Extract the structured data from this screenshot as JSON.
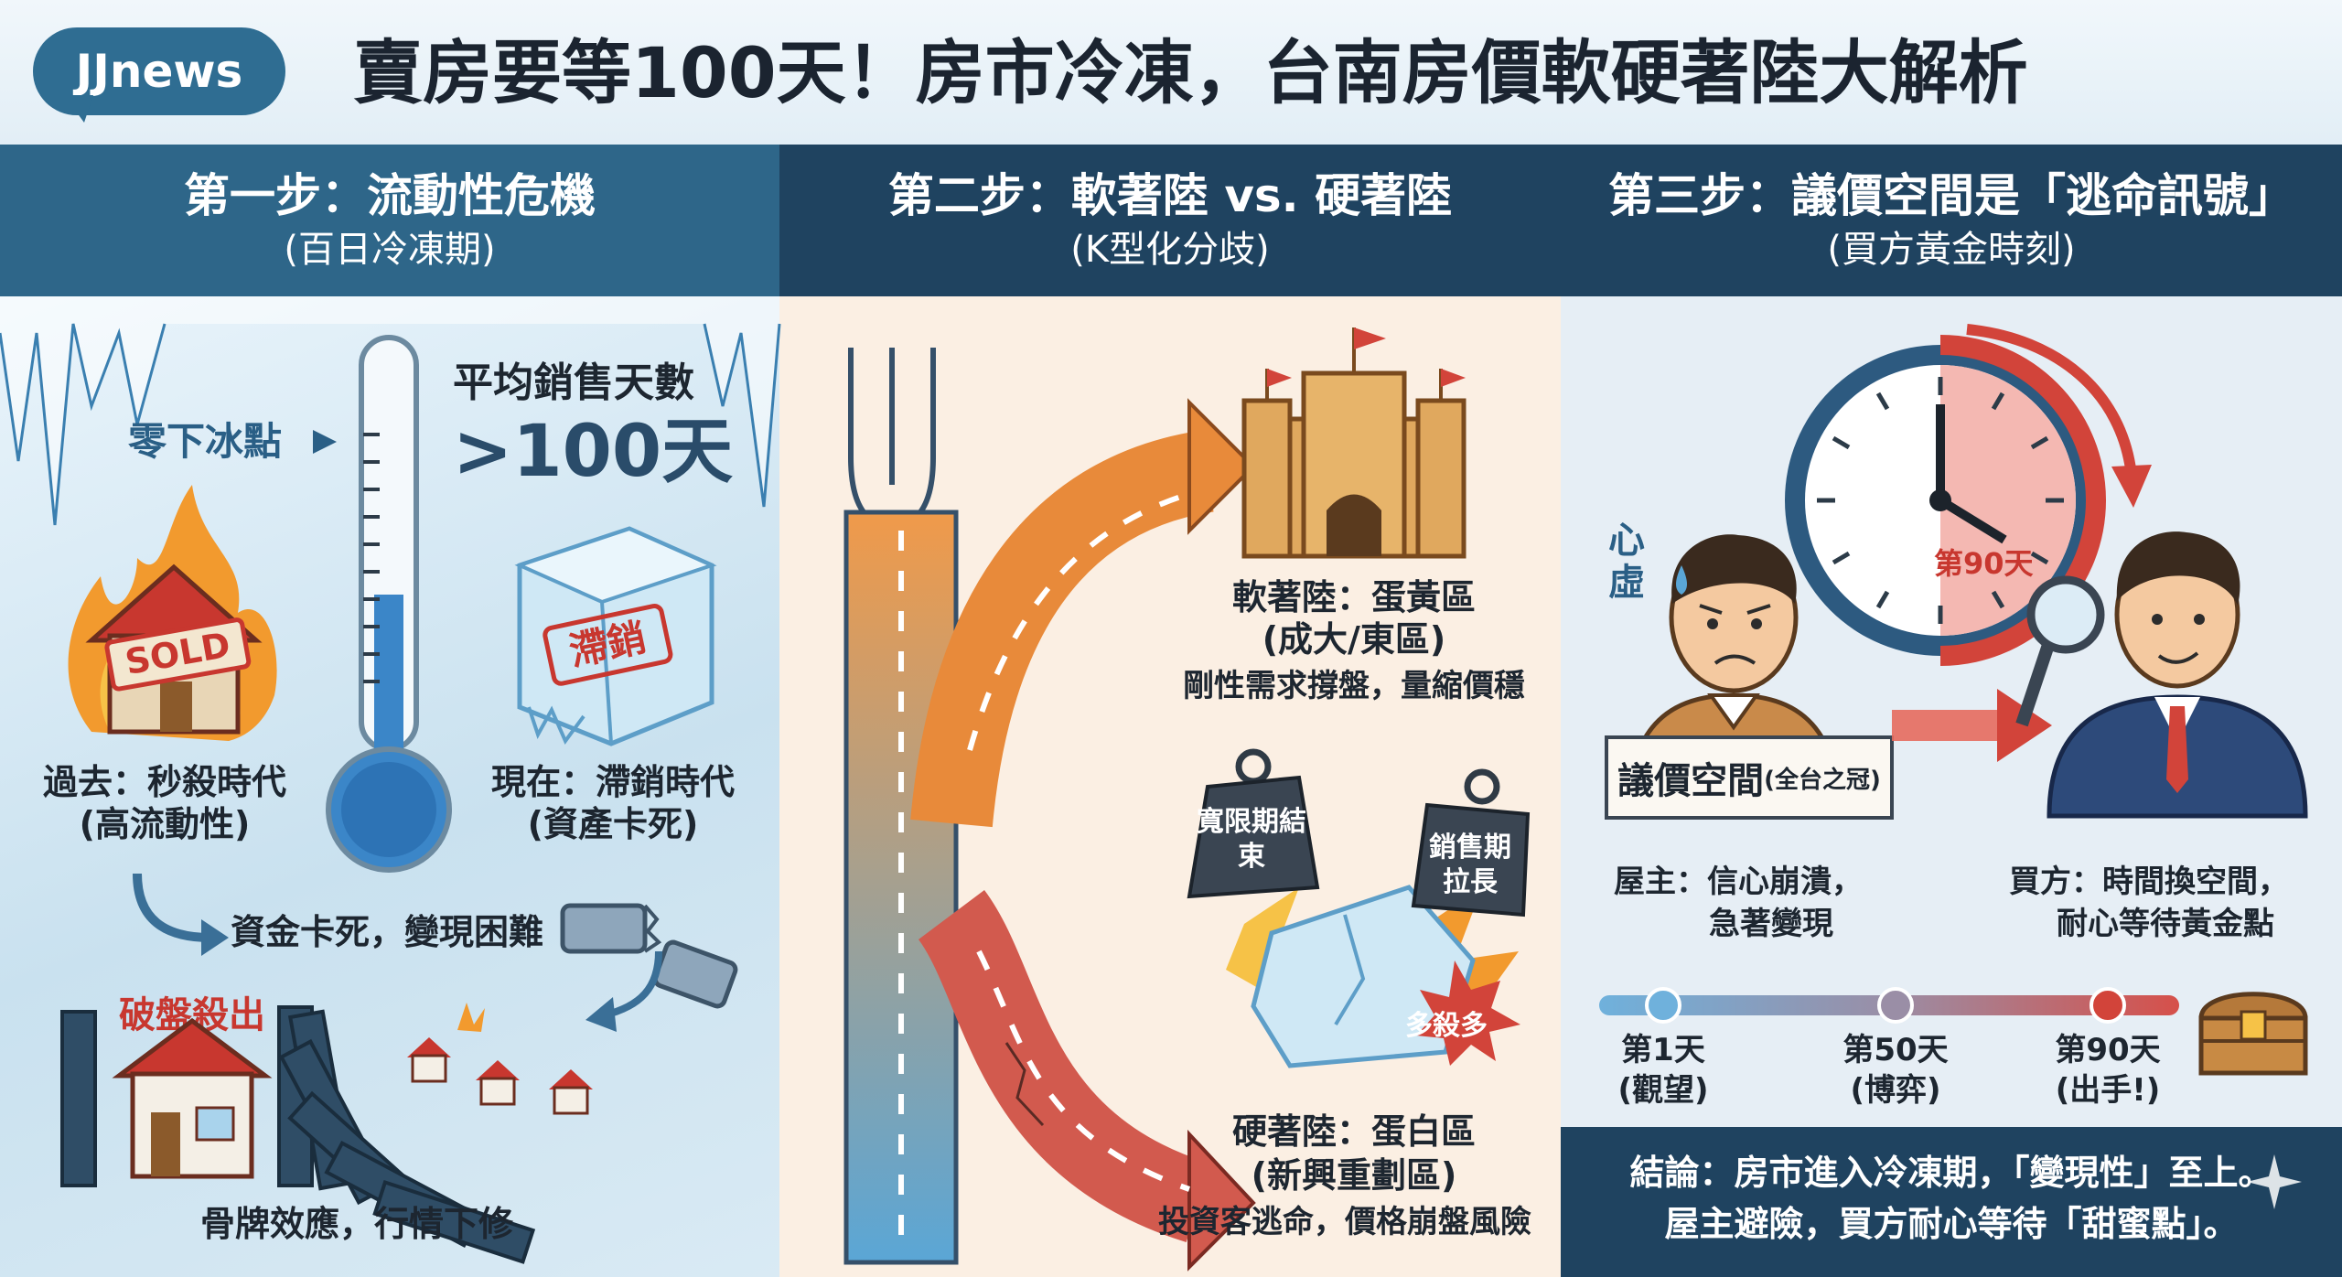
{
  "header": {
    "logo": "JJnews",
    "title": "賣房要等100天！房市冷凍，台南房價軟硬著陸大解析"
  },
  "columns": [
    {
      "title": "第一步：流動性危機",
      "subtitle": "(百日冷凍期)"
    },
    {
      "title": "第二步：軟著陸 vs. 硬著陸",
      "subtitle": "(K型化分歧)"
    },
    {
      "title": "第三步：議價空間是「逃命訊號」",
      "subtitle": "(買方黃金時刻)"
    }
  ],
  "step1": {
    "freeze_label": "零下冰點",
    "avg_days_label": "平均銷售天數",
    "avg_days_value": ">100天",
    "sold_sign": "SOLD",
    "stagnant_stamp": "滯銷",
    "past_line1": "過去：秒殺時代",
    "past_line2": "(高流動性)",
    "now_line1": "現在：滯銷時代",
    "now_line2": "(資產卡死)",
    "stuck_label": "資金卡死，變現困難",
    "crash_label": "破盤殺出",
    "domino_label": "骨牌效應，行情下修"
  },
  "step2": {
    "soft_line1": "軟著陸：蛋黃區",
    "soft_line2": "(成大/東區)",
    "soft_line3": "剛性需求撐盤，量縮價穩",
    "weight1": "寬限期結束",
    "weight2": "銷售期拉長",
    "burst": "多殺多",
    "hard_line1": "硬著陸：蛋白區",
    "hard_line2": "(新興重劃區)",
    "hard_line3": "投資客逃命，價格崩盤風險"
  },
  "step3": {
    "guilty_label": "心虛",
    "clock_label": "第90天",
    "sign_main": "議價空間",
    "sign_sub": "(全台之冠)",
    "owner_line1": "屋主：信心崩潰，",
    "owner_line2": "急著變現",
    "buyer_line1": "買方：時間換空間，",
    "buyer_line2": "耐心等待黃金點",
    "timeline": [
      {
        "day": "第1天",
        "note": "(觀望)"
      },
      {
        "day": "第50天",
        "note": "(博弈)"
      },
      {
        "day": "第90天",
        "note": "(出手!)"
      }
    ],
    "conclusion_line1": "結論：房市進入冷凍期，「變現性」至上。",
    "conclusion_line2": "屋主避險，買方耐心等待「甜蜜點」。"
  },
  "colors": {
    "header_blue": "#2e6689",
    "navy": "#1f4360",
    "orange": "#f0923a",
    "red": "#d6504a",
    "ice_blue": "#5aa6d6"
  }
}
